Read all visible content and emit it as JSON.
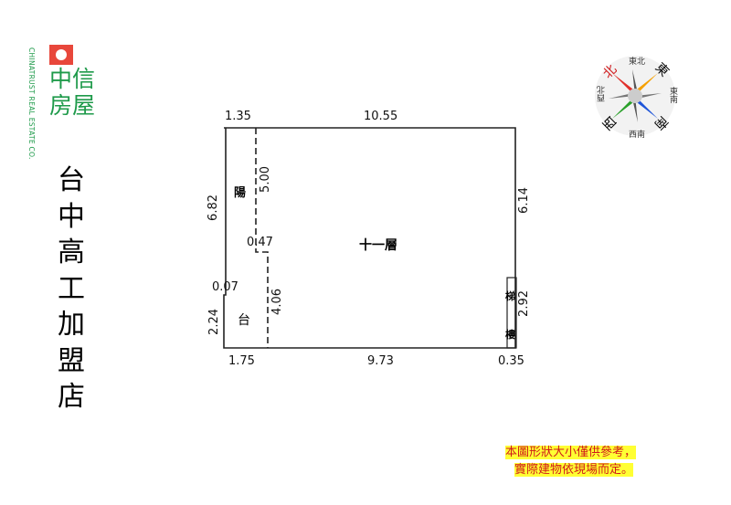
{
  "logo": {
    "brand_cn": "中信房屋",
    "brand_en": "CHINATRUST REAL ESTATE CO."
  },
  "store_name": "台中高工加盟店",
  "floor_plan": {
    "dimensions": {
      "top_left": "1.35",
      "top": "10.55",
      "left_upper": "6.82",
      "dashed_upper": "5.00",
      "step": "0.47",
      "left_step": "0.07",
      "dashed_lower": "4.06",
      "left_lower": "2.24",
      "right_upper": "6.14",
      "right_lower": "2.92",
      "bottom_left": "1.75",
      "bottom": "9.73",
      "bottom_right": "0.35"
    },
    "labels": {
      "balcony_top": "陽",
      "balcony_bottom": "台",
      "floor": "十一層",
      "stair_top": "梯",
      "stair_bottom": "樓"
    }
  },
  "compass": {
    "n": "北",
    "ne": "東北",
    "e": "東",
    "se": "東南",
    "s": "南",
    "sw": "西南",
    "w": "西",
    "nw": "西北"
  },
  "disclaimer": {
    "line1": "本圖形狀大小僅供參考，",
    "line2": "實際建物依現場而定。"
  }
}
